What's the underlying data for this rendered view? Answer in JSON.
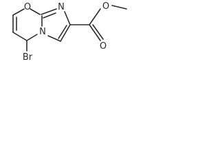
{
  "molecule": {
    "atoms": {
      "o_ring": "O",
      "n_imine": "N",
      "n_bridge": "N",
      "o_carbonyl": "O",
      "o_ester": "O",
      "br": "Br"
    }
  }
}
